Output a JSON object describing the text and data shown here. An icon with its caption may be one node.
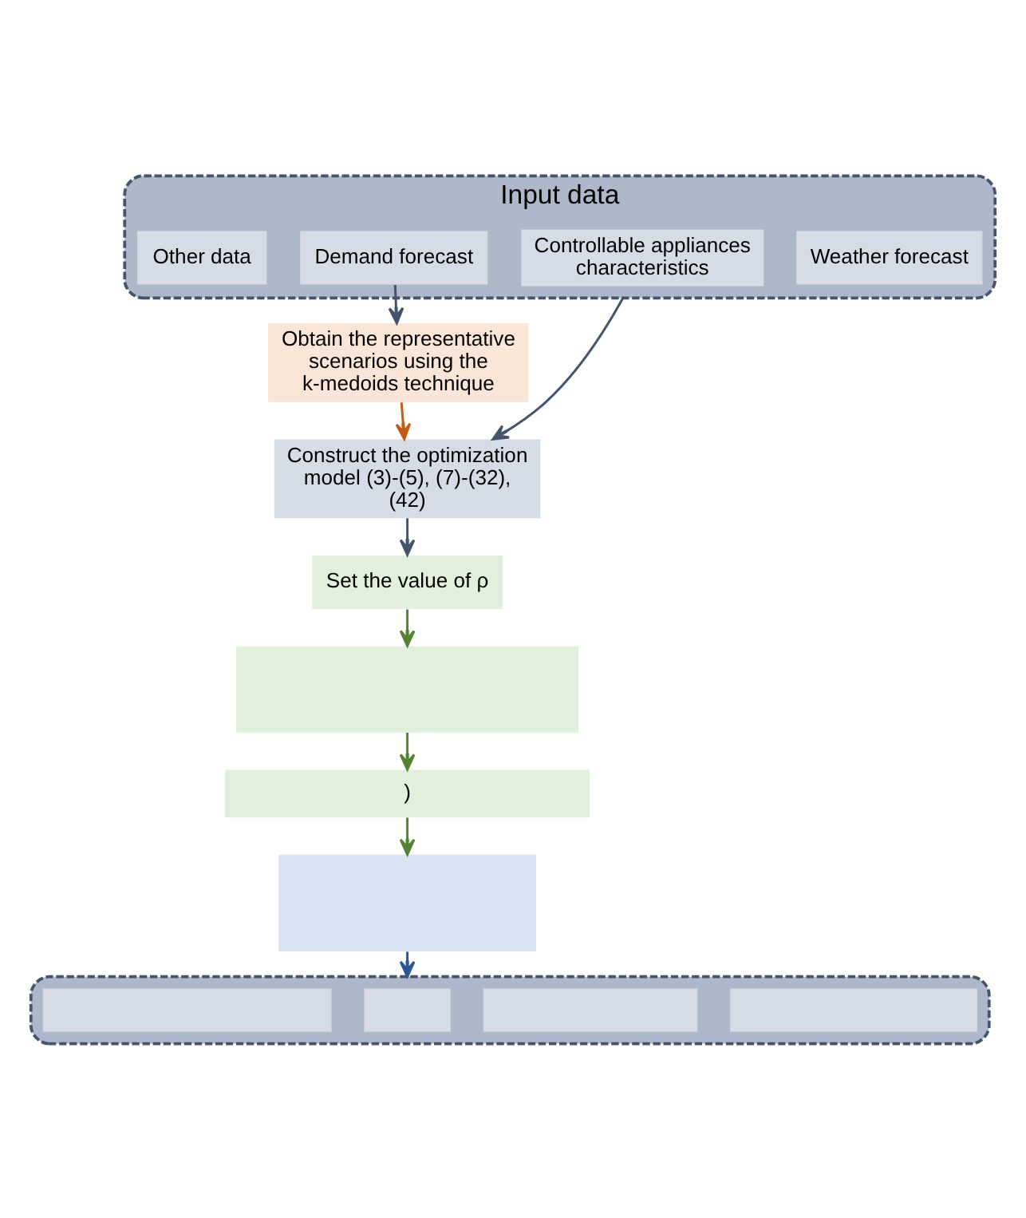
{
  "diagram": {
    "nodes": [
      {
        "text": [
          "Input data"
        ]
      },
      {
        "text": [
          "Weather forecast"
        ],
        "in": 0
      },
      {
        "text": [
          "Demand forecast"
        ],
        "in": 0
      },
      {
        "text": [
          "Controllable appliances characteristics"
        ],
        "in": 0
      },
      {
        "text": [
          "Other data"
        ],
        "in": 0
      },
      {
        "text": [
          "Obtain the representative scenarios using the k-medoids technique"
        ]
      },
      {
        "text": [
          "Construct the optimization model (3)-(5), (7)-(32), (42)"
        ]
      },
      {
        "text": [
          "Set the value of ρ"
        ]
      },
      {
        "text": [],
        "shape": "box"
      },
      {
        "text": [
          ")"
        ]
      },
      {
        "text": [],
        "shape": "box"
      },
      {
        "text": [],
        "shape": "box"
      },
      {
        "text": [],
        "shape": "box",
        "in": 11
      },
      {
        "text": [],
        "shape": "box",
        "in": 11
      },
      {
        "text": [],
        "shape": "box",
        "in": 11
      },
      {
        "text": [],
        "shape": "box",
        "in": 11
      }
    ],
    "edges": [
      {
        "from": 2,
        "to": 5,
        "arrow": "to",
        "color": "#44546a"
      },
      {
        "from": 0,
        "to": 6,
        "arrow": "to",
        "color": "#44546a"
      },
      {
        "from": 5,
        "to": 6,
        "arrow": "to",
        "color": "#c55a11"
      },
      {
        "from": 6,
        "to": 7,
        "arrow": "to",
        "color": "#44546a"
      },
      {
        "from": 7,
        "to": 8,
        "arrow": "to",
        "color": "#548235"
      },
      {
        "from": 8,
        "to": 9,
        "arrow": "to",
        "color": "#548235"
      },
      {
        "from": 9,
        "to": 10,
        "arrow": "to",
        "color": "#548235"
      },
      {
        "from": 10,
        "to": 11,
        "arrow": "to",
        "color": "#2f5597"
      }
    ]
  }
}
